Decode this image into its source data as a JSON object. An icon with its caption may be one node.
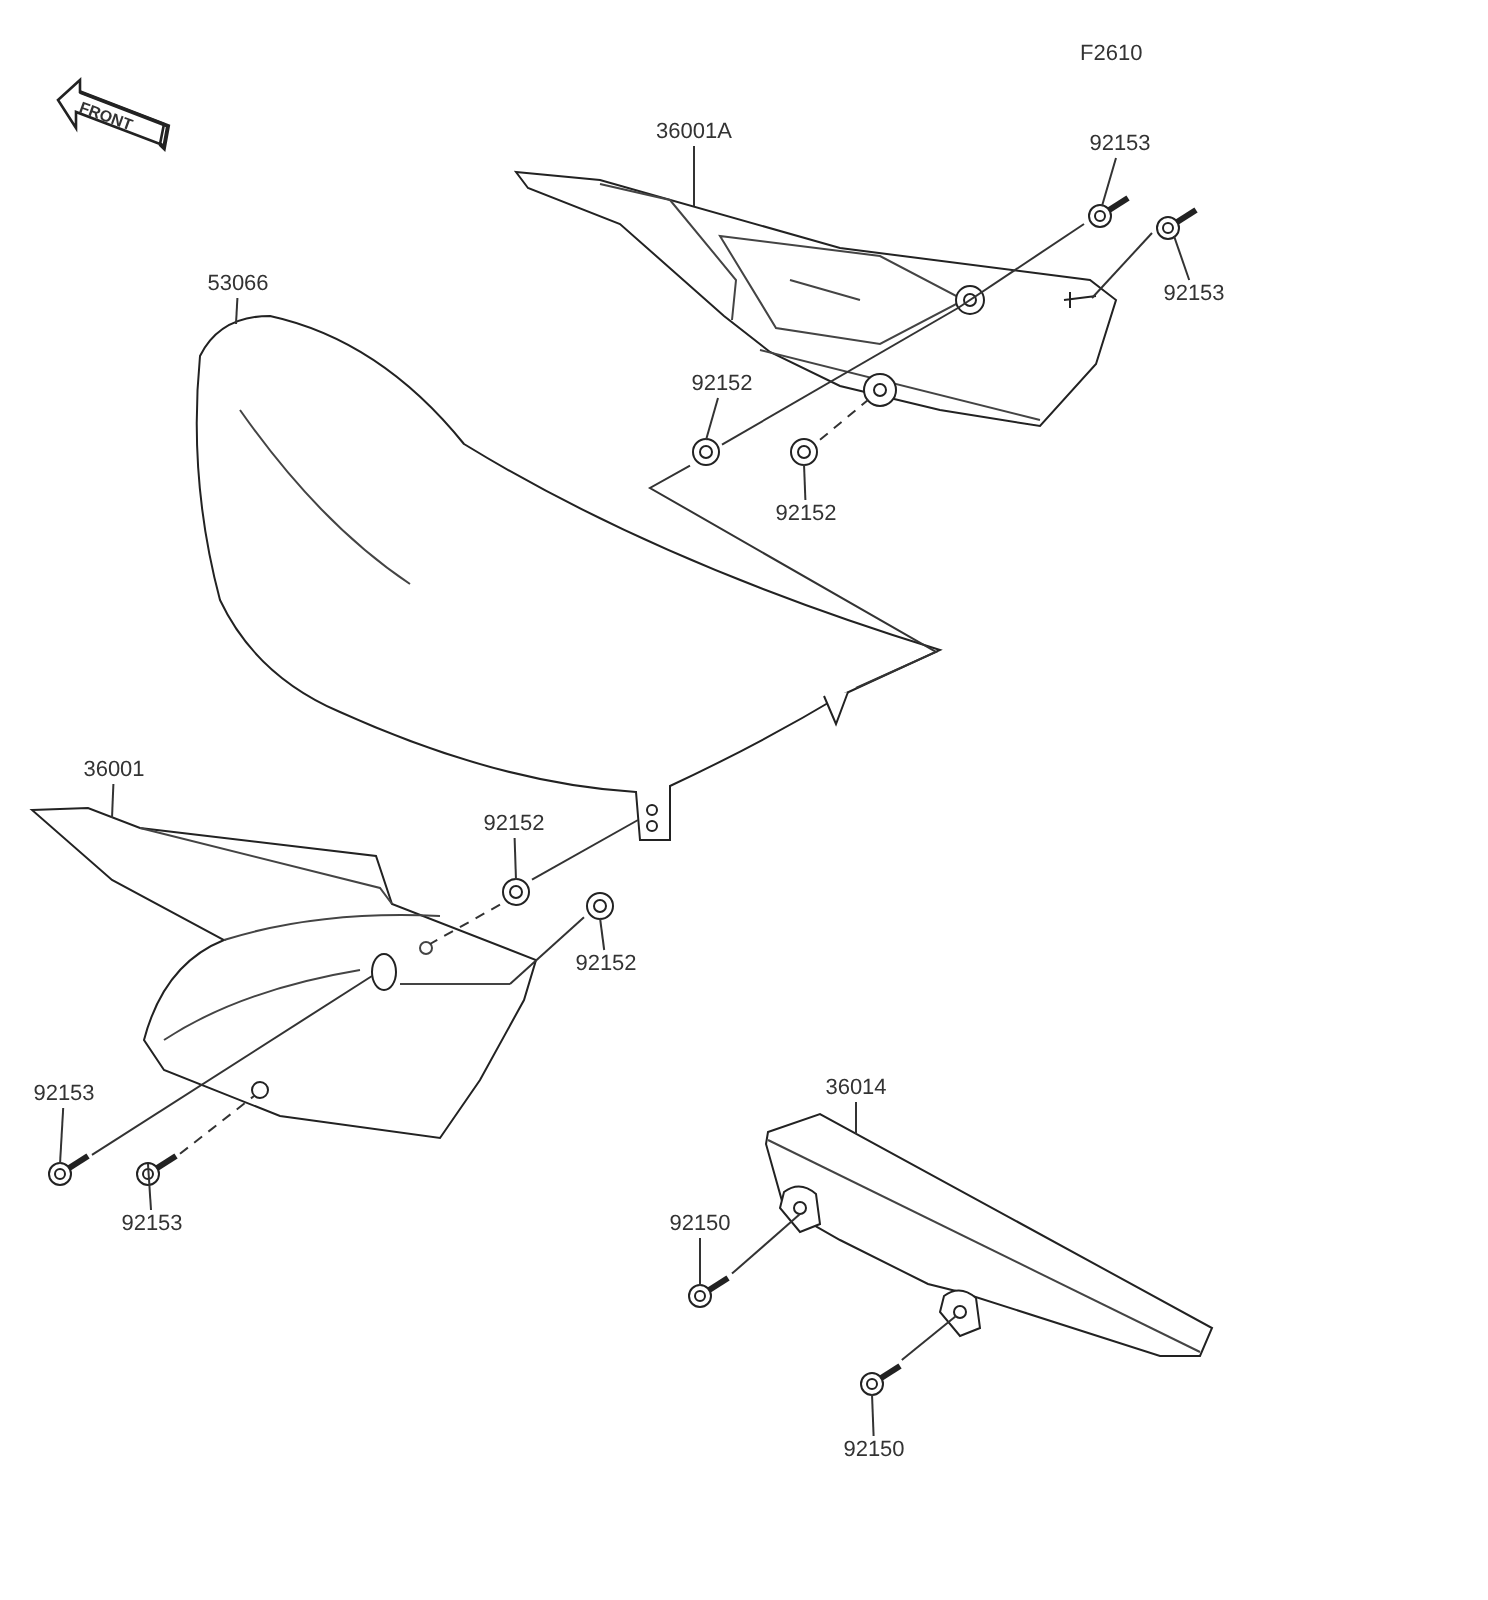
{
  "diagram": {
    "nodes": [
      {
        "text": [
          "36001A"
        ]
      },
      {
        "text": [],
        "shape": "picture"
      },
      {
        "text": [
          "92153"
        ]
      },
      {
        "text": [],
        "shape": "picture"
      },
      {
        "text": [
          "92153"
        ]
      },
      {
        "text": [],
        "shape": "picture"
      },
      {
        "text": [
          "53066"
        ]
      },
      {
        "text": [],
        "shape": "picture"
      },
      {
        "text": [
          "92152"
        ]
      },
      {
        "text": [],
        "shape": "picture"
      },
      {
        "text": [
          "92152"
        ]
      },
      {
        "text": [],
        "shape": "picture"
      },
      {
        "text": [
          "36001"
        ]
      },
      {
        "text": [],
        "shape": "picture"
      },
      {
        "text": [
          "92152"
        ]
      },
      {
        "text": [],
        "shape": "picture"
      },
      {
        "text": [
          "92152"
        ]
      },
      {
        "text": [],
        "shape": "picture"
      },
      {
        "text": [
          "92153"
        ]
      },
      {
        "text": [],
        "shape": "picture"
      },
      {
        "text": [
          "92153"
        ]
      },
      {
        "text": [],
        "shape": "picture"
      },
      {
        "text": [
          "36014"
        ]
      },
      {
        "text": [],
        "shape": "picture"
      },
      {
        "text": [
          "92150"
        ]
      },
      {
        "text": [],
        "shape": "picture"
      },
      {
        "text": [
          "92150"
        ]
      },
      {
        "text": [],
        "shape": "picture"
      }
    ],
    "edges": [
      {
        "from": 0,
        "to": 1,
        "arrow": "none"
      },
      {
        "from": 2,
        "to": 3,
        "arrow": "none"
      },
      {
        "from": 4,
        "to": 5,
        "arrow": "none"
      },
      {
        "from": 6,
        "to": 7,
        "arrow": "none"
      },
      {
        "from": 8,
        "to": 9,
        "arrow": "none"
      },
      {
        "from": 10,
        "to": 11,
        "arrow": "none"
      },
      {
        "from": 12,
        "to": 13,
        "arrow": "none"
      },
      {
        "from": 14,
        "to": 15,
        "arrow": "none"
      },
      {
        "from": 16,
        "to": 17,
        "arrow": "none"
      },
      {
        "from": 18,
        "to": 19,
        "arrow": "none"
      },
      {
        "from": 20,
        "to": 21,
        "arrow": "none"
      },
      {
        "from": 22,
        "to": 23,
        "arrow": "none"
      },
      {
        "from": 24,
        "to": 25,
        "arrow": "none"
      },
      {
        "from": 26,
        "to": 27,
        "arrow": "none"
      },
      {
        "from": 3,
        "to": 1,
        "arrow": "none"
      },
      {
        "from": 5,
        "to": 1,
        "arrow": "none"
      },
      {
        "from": 9,
        "to": 1,
        "arrow": "none"
      },
      {
        "from": 9,
        "to": 7,
        "arrow": "none"
      },
      {
        "from": 11,
        "to": 1,
        "arrow": "none",
        "style": "dashed"
      },
      {
        "from": 15,
        "to": 7,
        "arrow": "none"
      },
      {
        "from": 17,
        "to": 13,
        "arrow": "none"
      },
      {
        "from": 15,
        "to": 13,
        "arrow": "none",
        "style": "dashed"
      },
      {
        "from": 19,
        "to": 13,
        "arrow": "none"
      },
      {
        "from": 21,
        "to": 13,
        "arrow": "none",
        "style": "dashed"
      },
      {
        "from": 25,
        "to": 23,
        "arrow": "none"
      },
      {
        "from": 27,
        "to": 23,
        "arrow": "none"
      }
    ],
    "labels": [
      "F2610",
      "FRONT"
    ]
  }
}
